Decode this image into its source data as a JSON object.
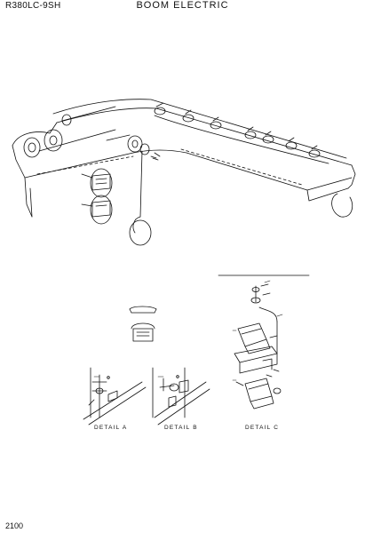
{
  "header": {
    "model": "R380LC-9SH",
    "title": "BOOM ELECTRIC"
  },
  "footer": {
    "page_number": "2100"
  },
  "details": {
    "detail_a": "DETAIL A",
    "detail_b": "DETAIL B",
    "detail_c": "DETAIL C"
  },
  "colors": {
    "ink": "#111111",
    "background": "#ffffff"
  }
}
